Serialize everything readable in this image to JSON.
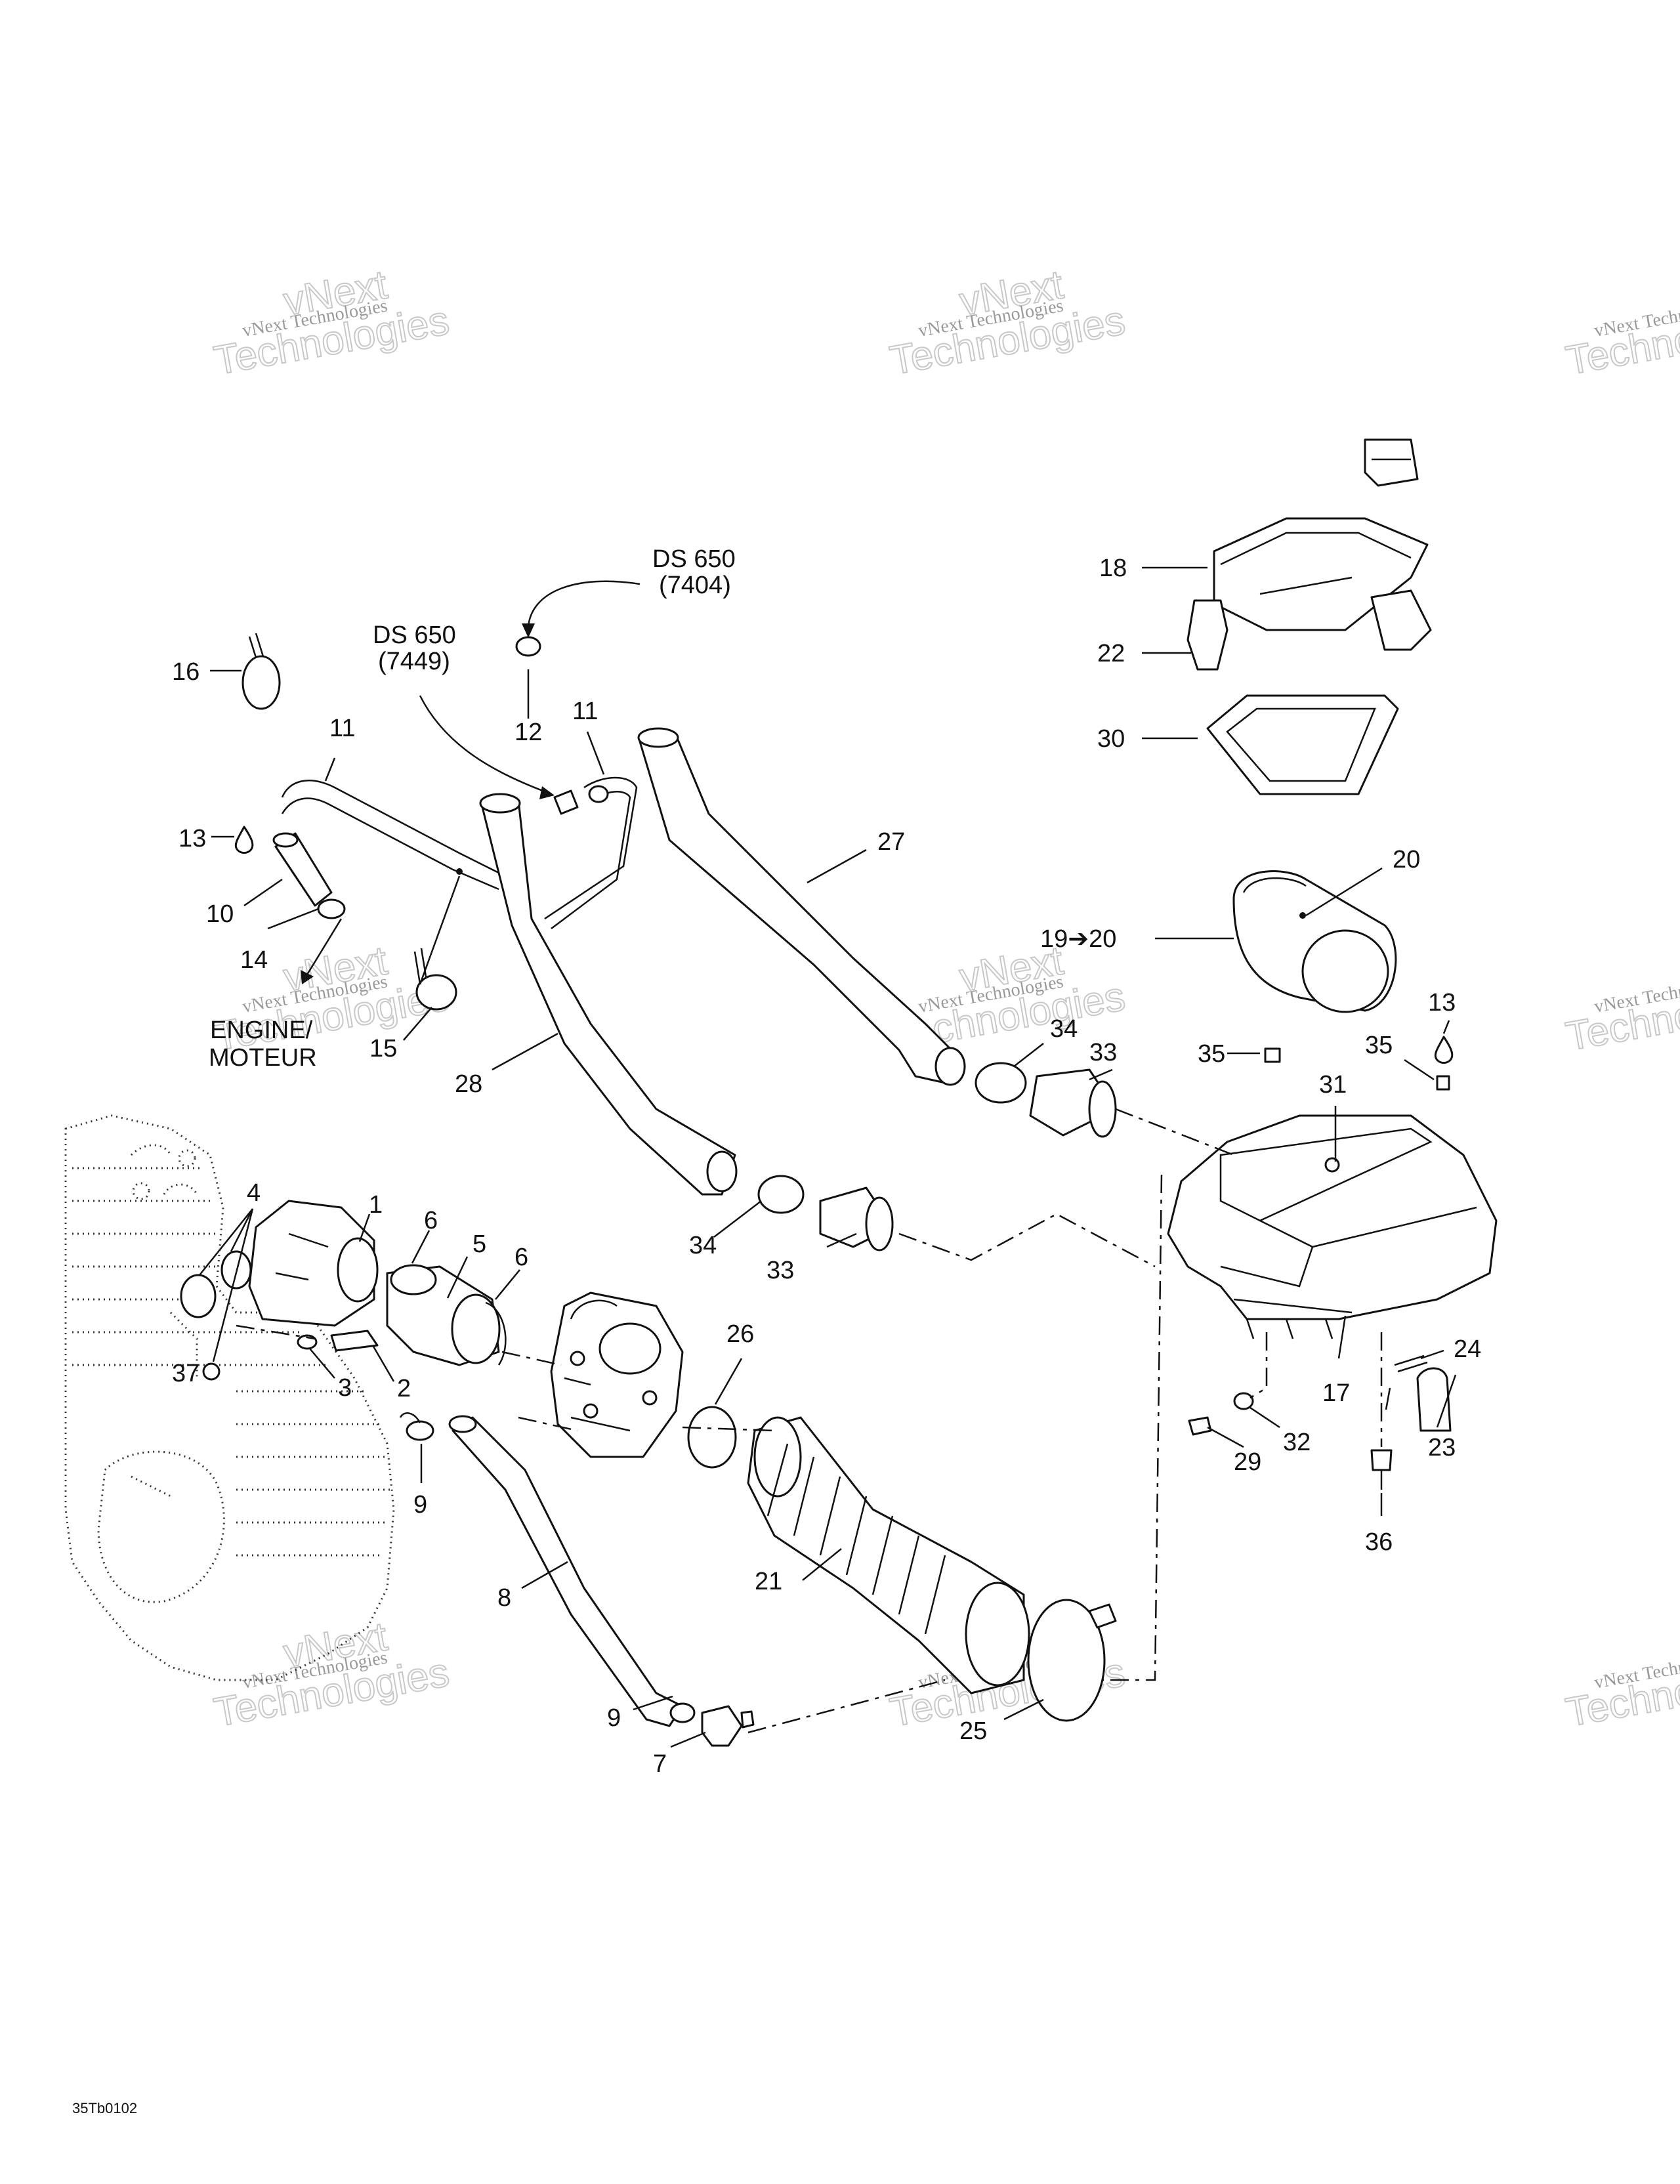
{
  "diagram": {
    "callouts": [
      "1",
      "2",
      "3",
      "4",
      "5",
      "6",
      "6",
      "7",
      "8",
      "9",
      "9",
      "10",
      "11",
      "11",
      "12",
      "13",
      "13",
      "14",
      "15",
      "16",
      "17",
      "18",
      "19➔20",
      "20",
      "21",
      "22",
      "23",
      "24",
      "25",
      "26",
      "27",
      "28",
      "29",
      "30",
      "31",
      "32",
      "33",
      "33",
      "34",
      "34",
      "35",
      "35",
      "36",
      "37"
    ],
    "notes": {
      "ds650_a": "DS 650",
      "ds650_a_code": "(7404)",
      "ds650_b": "DS 650",
      "ds650_b_code": "(7449)",
      "engine": "ENGINE/",
      "moteur": "MOTEUR"
    },
    "drawing_code": "35Tb0102",
    "watermark": {
      "line1": "vNext Technologies",
      "line2": "vNext",
      "line3": "Technologies"
    }
  }
}
